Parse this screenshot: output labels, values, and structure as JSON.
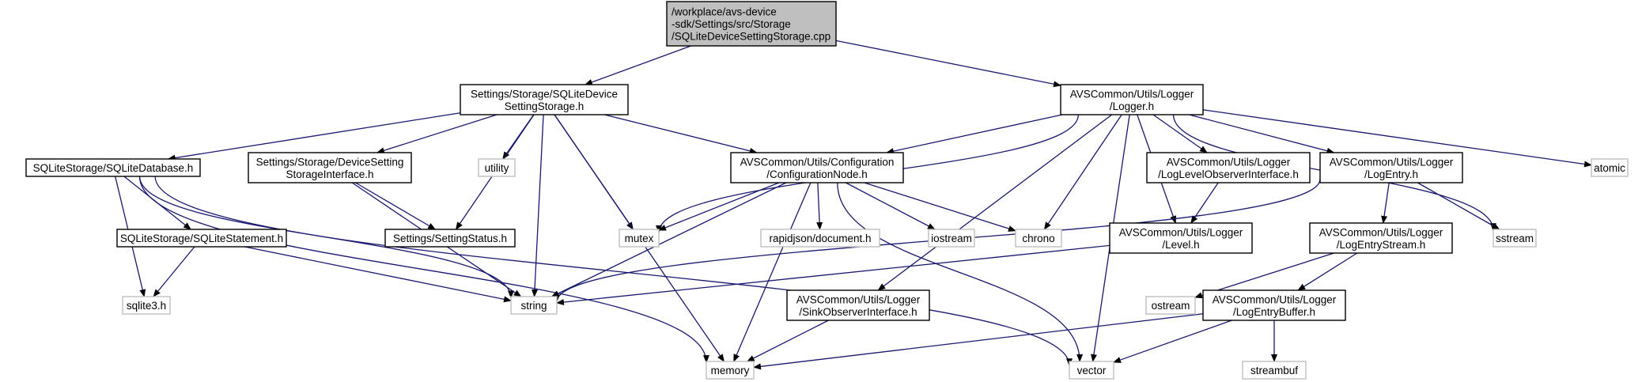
{
  "diagram": {
    "nodes": [
      {
        "id": "root",
        "kind": "root",
        "lines": [
          "/workplace/avs-device",
          "-sdk/Settings/src/Storage",
          "/SQLiteDeviceSettingStorage.cpp"
        ]
      },
      {
        "id": "sqlite_device_setting_storage_h",
        "kind": "local",
        "lines": [
          "Settings/Storage/SQLiteDevice",
          "SettingStorage.h"
        ]
      },
      {
        "id": "logger_h",
        "kind": "local",
        "lines": [
          "AVSCommon/Utils/Logger",
          "/Logger.h"
        ]
      },
      {
        "id": "sqlite_database_h",
        "kind": "local",
        "lines": [
          "SQLiteStorage/SQLiteDatabase.h"
        ]
      },
      {
        "id": "device_setting_storage_interface_h",
        "kind": "local",
        "lines": [
          "Settings/Storage/DeviceSetting",
          "StorageInterface.h"
        ]
      },
      {
        "id": "utility",
        "kind": "system",
        "lines": [
          "utility"
        ]
      },
      {
        "id": "configuration_node_h",
        "kind": "local",
        "lines": [
          "AVSCommon/Utils/Configuration",
          "/ConfigurationNode.h"
        ]
      },
      {
        "id": "log_level_observer_interface_h",
        "kind": "local",
        "lines": [
          "AVSCommon/Utils/Logger",
          "/LogLevelObserverInterface.h"
        ]
      },
      {
        "id": "log_entry_h",
        "kind": "local",
        "lines": [
          "AVSCommon/Utils/Logger",
          "/LogEntry.h"
        ]
      },
      {
        "id": "atomic",
        "kind": "system",
        "lines": [
          "atomic"
        ]
      },
      {
        "id": "sqlite_statement_h",
        "kind": "local",
        "lines": [
          "SQLiteStorage/SQLiteStatement.h"
        ]
      },
      {
        "id": "setting_status_h",
        "kind": "local",
        "lines": [
          "Settings/SettingStatus.h"
        ]
      },
      {
        "id": "mutex",
        "kind": "system",
        "lines": [
          "mutex"
        ]
      },
      {
        "id": "rapidjson_document_h",
        "kind": "system",
        "lines": [
          "rapidjson/document.h"
        ]
      },
      {
        "id": "iostream",
        "kind": "system",
        "lines": [
          "iostream"
        ]
      },
      {
        "id": "chrono",
        "kind": "system",
        "lines": [
          "chrono"
        ]
      },
      {
        "id": "level_h",
        "kind": "local",
        "lines": [
          "AVSCommon/Utils/Logger",
          "/Level.h"
        ]
      },
      {
        "id": "log_entry_stream_h",
        "kind": "local",
        "lines": [
          "AVSCommon/Utils/Logger",
          "/LogEntryStream.h"
        ]
      },
      {
        "id": "sstream",
        "kind": "system",
        "lines": [
          "sstream"
        ]
      },
      {
        "id": "sqlite3_h",
        "kind": "system",
        "lines": [
          "sqlite3.h"
        ]
      },
      {
        "id": "string",
        "kind": "system",
        "lines": [
          "string"
        ]
      },
      {
        "id": "sink_observer_interface_h",
        "kind": "local",
        "lines": [
          "AVSCommon/Utils/Logger",
          "/SinkObserverInterface.h"
        ]
      },
      {
        "id": "ostream",
        "kind": "system",
        "lines": [
          "ostream"
        ]
      },
      {
        "id": "log_entry_buffer_h",
        "kind": "local",
        "lines": [
          "AVSCommon/Utils/Logger",
          "/LogEntryBuffer.h"
        ]
      },
      {
        "id": "memory",
        "kind": "system",
        "lines": [
          "memory"
        ]
      },
      {
        "id": "vector",
        "kind": "system",
        "lines": [
          "vector"
        ]
      },
      {
        "id": "streambuf",
        "kind": "system",
        "lines": [
          "streambuf"
        ]
      }
    ],
    "edges": [
      [
        "root",
        "sqlite_device_setting_storage_h"
      ],
      [
        "root",
        "logger_h"
      ],
      [
        "sqlite_device_setting_storage_h",
        "sqlite_database_h"
      ],
      [
        "sqlite_device_setting_storage_h",
        "device_setting_storage_interface_h"
      ],
      [
        "sqlite_device_setting_storage_h",
        "utility"
      ],
      [
        "sqlite_device_setting_storage_h",
        "configuration_node_h"
      ],
      [
        "sqlite_device_setting_storage_h",
        "setting_status_h"
      ],
      [
        "sqlite_device_setting_storage_h",
        "mutex"
      ],
      [
        "sqlite_device_setting_storage_h",
        "string"
      ],
      [
        "sqlite_device_setting_storage_h",
        "memory"
      ],
      [
        "logger_h",
        "configuration_node_h"
      ],
      [
        "logger_h",
        "mutex"
      ],
      [
        "logger_h",
        "chrono"
      ],
      [
        "logger_h",
        "log_level_observer_interface_h"
      ],
      [
        "logger_h",
        "log_entry_h"
      ],
      [
        "logger_h",
        "level_h"
      ],
      [
        "logger_h",
        "sink_observer_interface_h"
      ],
      [
        "logger_h",
        "sstream"
      ],
      [
        "logger_h",
        "vector"
      ],
      [
        "logger_h",
        "atomic"
      ],
      [
        "sqlite_database_h",
        "sqlite_statement_h"
      ],
      [
        "sqlite_database_h",
        "sqlite3_h"
      ],
      [
        "sqlite_database_h",
        "string"
      ],
      [
        "sqlite_database_h",
        "memory"
      ],
      [
        "sqlite_database_h",
        "vector"
      ],
      [
        "device_setting_storage_interface_h",
        "setting_status_h"
      ],
      [
        "device_setting_storage_interface_h",
        "string"
      ],
      [
        "sqlite_statement_h",
        "sqlite3_h"
      ],
      [
        "sqlite_statement_h",
        "string"
      ],
      [
        "configuration_node_h",
        "mutex"
      ],
      [
        "configuration_node_h",
        "string"
      ],
      [
        "configuration_node_h",
        "rapidjson_document_h"
      ],
      [
        "configuration_node_h",
        "iostream"
      ],
      [
        "configuration_node_h",
        "chrono"
      ],
      [
        "configuration_node_h",
        "memory"
      ],
      [
        "configuration_node_h",
        "vector"
      ],
      [
        "log_level_observer_interface_h",
        "level_h"
      ],
      [
        "level_h",
        "string"
      ],
      [
        "log_entry_h",
        "log_entry_stream_h"
      ],
      [
        "log_entry_h",
        "sstream"
      ],
      [
        "log_entry_h",
        "string"
      ],
      [
        "log_entry_stream_h",
        "ostream"
      ],
      [
        "log_entry_stream_h",
        "log_entry_buffer_h"
      ],
      [
        "sink_observer_interface_h",
        "memory"
      ],
      [
        "log_entry_buffer_h",
        "memory"
      ],
      [
        "log_entry_buffer_h",
        "vector"
      ],
      [
        "log_entry_buffer_h",
        "streambuf"
      ]
    ]
  }
}
